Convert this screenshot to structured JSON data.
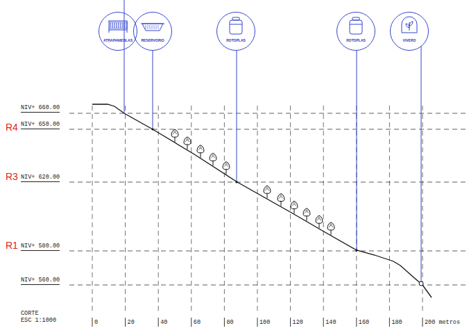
{
  "diagram": {
    "nodes": [
      {
        "text": [
          "ATRAPANIEBLAS"
        ]
      },
      {
        "text": [
          "RESERVORIO"
        ]
      },
      {
        "text": [
          "ROTOPLAS"
        ]
      },
      {
        "text": [
          "ROTOPLAS"
        ]
      },
      {
        "text": [
          "VIVERO"
        ]
      }
    ],
    "labels": [
      "NIV+ 660.00",
      "R4",
      "NIV+ 650.00",
      "R3",
      "NIV+ 620.00",
      "R1",
      "NIV+ 580.00",
      "NIV+ 560.00",
      "CORTE",
      "ESC 1:1000",
      "0",
      "20",
      "40",
      "60",
      "80",
      "100",
      "120",
      "140",
      "160",
      "180",
      "200 metros"
    ]
  }
}
